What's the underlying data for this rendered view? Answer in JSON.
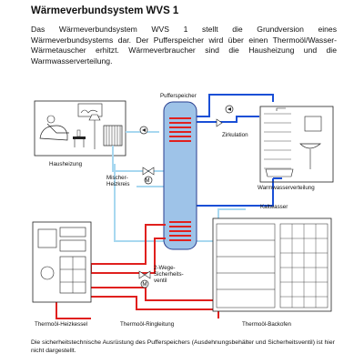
{
  "header": {
    "title": "Wärmeverbundsystem WVS 1"
  },
  "intro": {
    "text": "Das Wärmeverbundsystem WVS 1 stellt die Grundversion eines Wärmeverbundsystems dar. Der Pufferspeicher wird über einen Thermoöl/Wasser-Wärmetauscher erhitzt. Wärmeverbraucher sind die Hausheizung und die Warmwasserverteilung."
  },
  "labels": {
    "pufferspeicher": "Pufferspeicher",
    "zirkulation": "Zirkulation",
    "hausheizung": "Hausheizung",
    "mischer_line1": "Mischer-",
    "mischer_line2": "Heizkreis",
    "warmwasser": "Warmwasserverteilung",
    "kaltwasser": "Kaltwasser",
    "wegeventil_line1": "2-Wege-",
    "wegeventil_line2": "Sicherheits-",
    "wegeventil_line3": "ventil",
    "heizkessel": "Thermoöl-Heizkessel",
    "ringleitung": "Thermoöl-Ringleitung",
    "backofen": "Thermoöl-Backofen",
    "motor_symbol": "M"
  },
  "footer": {
    "note": "Die sicherheitstechnische Ausrüstung des Pufferspeichers (Ausdehnungsbehälter und Sicherheitsventil) ist hier nicht dargestellt."
  },
  "colors": {
    "hot_pipe": "#e0201e",
    "warm_water": "#1a4fd6",
    "return_pipe": "#a8d8f0",
    "tank_fill": "#9ec3e8",
    "tank_outline": "#2a3f8f"
  }
}
